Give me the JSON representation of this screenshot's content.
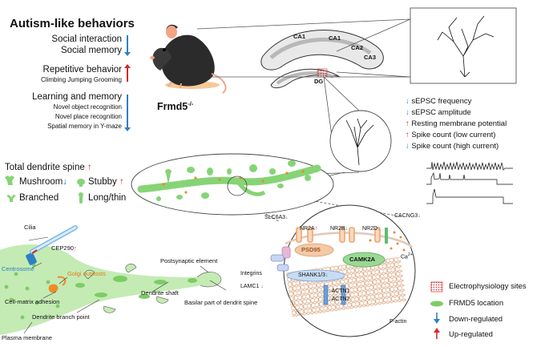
{
  "autism": {
    "title": "Autism-like behaviors",
    "social": [
      "Social interaction",
      "Social memory"
    ],
    "repetitive": "Repetitive behavior",
    "repetitive_items": "Climbing Jumping Grooming",
    "learning": "Learning and memory",
    "learning_items": [
      "Novel object recognition",
      "Novel place recognition",
      "Spatial memory in Y-maze"
    ]
  },
  "mouse_label": "Frmd5",
  "mouse_sup": "-/-",
  "hippocampus": {
    "ca1a": "CA1",
    "ca1b": "CA1",
    "ca2": "CA2",
    "ca3": "CA3",
    "dg": "DG"
  },
  "ephys": [
    {
      "text": "sEPSC frequency",
      "dir": "down"
    },
    {
      "text": "sEPSC amplitude",
      "dir": "down"
    },
    {
      "text": "Resting membrane potential",
      "dir": "up"
    },
    {
      "text": "Spike count (low current)",
      "dir": "up"
    },
    {
      "text": "Spike count (high current)",
      "dir": "down"
    }
  ],
  "spines": {
    "total": "Total dendrite spine",
    "mushroom": "Mushroom",
    "stubby": "Stubby",
    "branched": "Branched",
    "longthin": "Long/thin"
  },
  "arrows": {
    "up": "↑",
    "down": "↓"
  },
  "cell": {
    "cilia": "Cilia",
    "cep290": "CEP290",
    "centrosome": "Centrosome",
    "golgi": "Golgi outposts",
    "cell_matrix": "Cell-matrix adhesion",
    "branch_point": "Dendrite branch point",
    "plasma": "Plasma membrane",
    "postsynaptic": "Postsynaptic element",
    "shaft": "Dendrite shaft",
    "basilar": "Basilar part of dendrit spine"
  },
  "synapse": {
    "slc6a3": "SLC6A3",
    "nr2a": "NR2A",
    "nr2b": "NR2B",
    "nr2d": "NR2D",
    "cacng3": "CACNG3",
    "psd95": "PSD95",
    "camk2a": "CAMK2A",
    "ca": "Ca",
    "ca_sup": "2+",
    "integrins": "Integrins",
    "lamc1": "LAMC1",
    "shank": "SHANK1/3",
    "actn1": "ACTN1",
    "actn2": "ACTN2",
    "factin": "F-actin"
  },
  "legend": {
    "ephys_sites": "Electrophysiology sites",
    "frmd5_loc": "FRMD5 location",
    "down": "Down-regulated",
    "up": "Up-regulated"
  },
  "colors": {
    "down": "#2f7fc7",
    "up": "#d42a2a",
    "dendrite_green": "#7bd36a",
    "cell_green": "#b9e6a8",
    "golgi_orange": "#f08a2a",
    "psd_peach": "#f4c9a6",
    "camk_green": "#8fd08a"
  }
}
